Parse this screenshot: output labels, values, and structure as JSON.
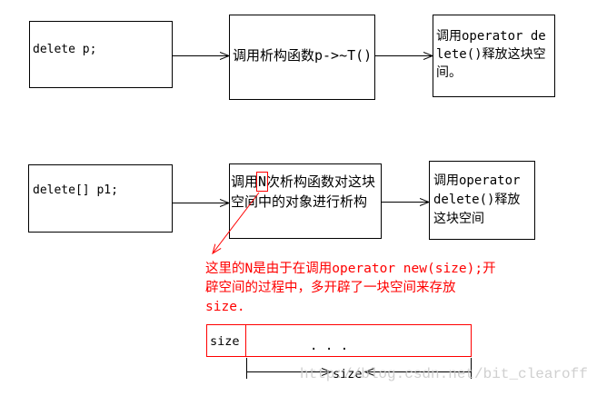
{
  "colors": {
    "stroke": "#000000",
    "accent": "#ff0000",
    "watermark": "#c8c8c8",
    "background": "#ffffff"
  },
  "diagram": {
    "single_delete": {
      "expression": "delete p;",
      "step_destructor": {
        "lines": [
          "调用析构函数p->~T()"
        ]
      },
      "step_free": {
        "lines": [
          "调用operator de",
          "lete()释放这块空",
          "间。"
        ]
      }
    },
    "array_delete": {
      "expression": "delete[] p1;",
      "step_destructor": {
        "line1": {
          "before": "调用",
          "highlight": "N",
          "after": "次析构函数对这块"
        },
        "line2": "空间中的对象进行析构"
      },
      "step_free": {
        "lines": [
          "调用operator",
          "delete()释放",
          "这块空间"
        ]
      }
    },
    "note": {
      "lines": [
        "这里的N是由于在调用operator new(size);开",
        "辟空间的过程中，多开辟了一块空间来存放",
        "size."
      ]
    },
    "memory_layout": {
      "header_cell": "size",
      "data_cell": ". . .",
      "span_label": "size"
    }
  },
  "watermark": "http://blog.csdn.net/bit_clearoff"
}
